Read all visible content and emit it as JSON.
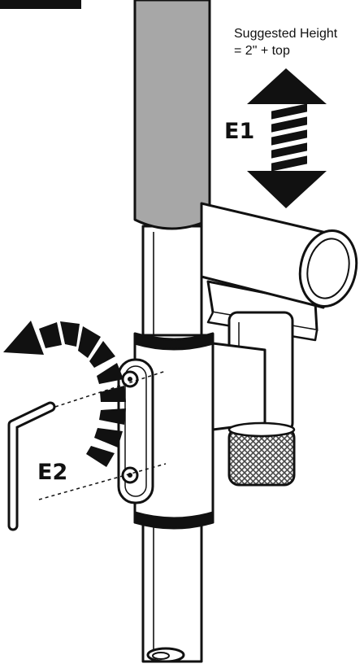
{
  "note": {
    "line1": "Suggested Height",
    "line2": "= 2\" + top"
  },
  "callouts": {
    "height_adjust": "E1",
    "rotate_clamp": "E2"
  },
  "colors": {
    "ink": "#111111",
    "outer_sleeve": "#a7a7a7",
    "paper": "#ffffff",
    "knurl": "#6e6e6e"
  }
}
